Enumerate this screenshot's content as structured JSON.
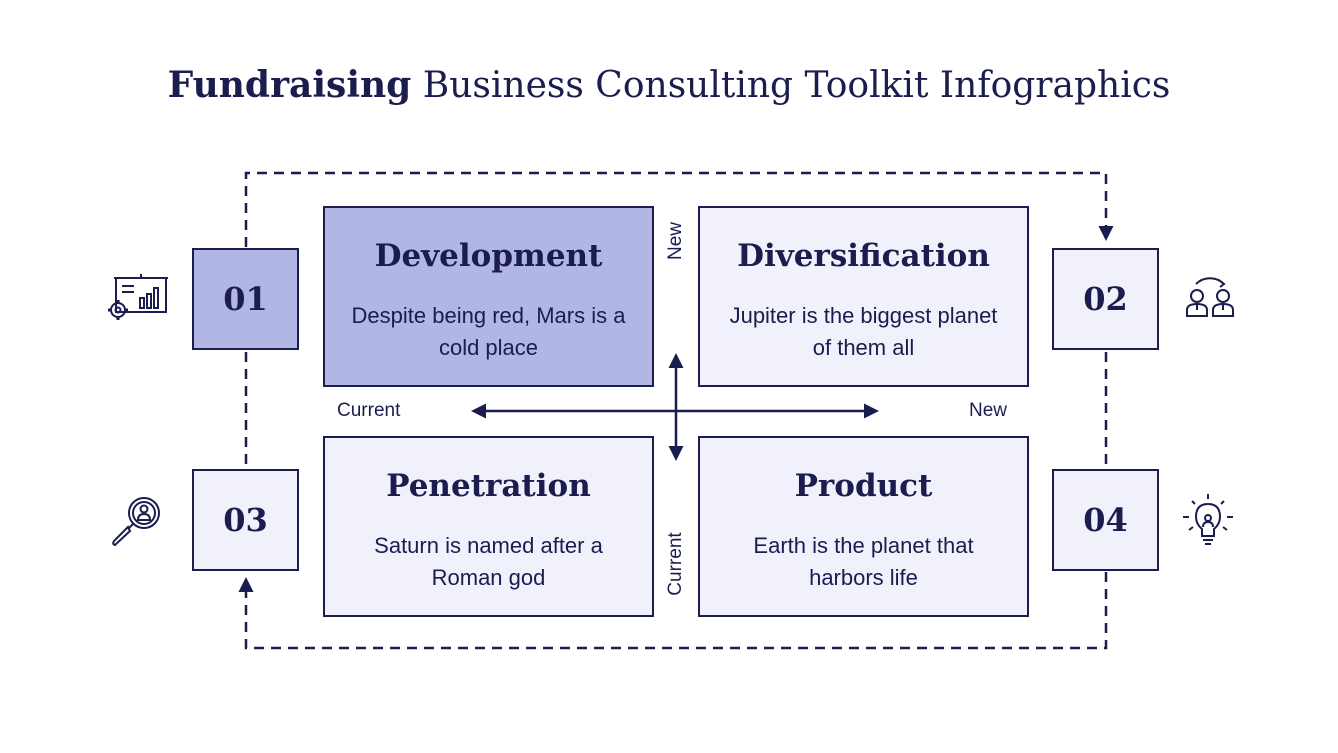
{
  "title": {
    "bold": "Fundraising",
    "rest": " Business Consulting Toolkit Infographics"
  },
  "colors": {
    "navy": "#1a1d4e",
    "accent": "#b1b6e4",
    "light": "#f0f1fb"
  },
  "steps": [
    {
      "number": "01",
      "icon": "presentation-chart-icon"
    },
    {
      "number": "02",
      "icon": "team-cycle-icon"
    },
    {
      "number": "03",
      "icon": "user-search-icon"
    },
    {
      "number": "04",
      "icon": "lightbulb-idea-icon"
    }
  ],
  "quadrants": [
    {
      "heading": "Development",
      "text": "Despite being red, Mars is a cold place"
    },
    {
      "heading": "Diversification",
      "text": "Jupiter is the biggest planet of them all"
    },
    {
      "heading": "Penetration",
      "text": "Saturn is named after a Roman god"
    },
    {
      "heading": "Product",
      "text": "Earth is the planet that harbors life"
    }
  ],
  "axes": {
    "x_left": "Current",
    "x_right": "New",
    "y_top": "New",
    "y_bottom": "Current"
  }
}
